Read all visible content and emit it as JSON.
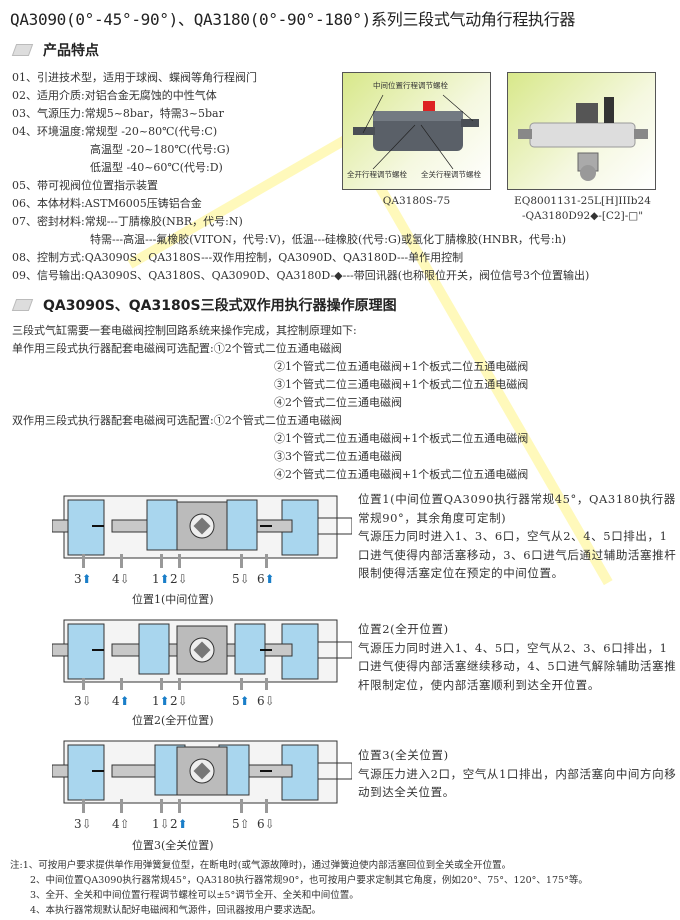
{
  "title": "QA3090(0°-45°-90°)、QA3180(0°-90°-180°)系列三段式气动角行程执行器",
  "section1": {
    "heading": "产品特点",
    "items": [
      "01、引进技术型，适用于球阀、蝶阀等角行程阀门",
      "02、适用介质:对铝合金无腐蚀的中性气体",
      "03、气源压力:常规5~8bar，特需3~5bar",
      "04、环境温度:常规型  -20~80℃(代号:C)",
      "高温型  -20~180℃(代号:G)",
      "低温型  -40~60℃(代号:D)",
      "05、带可视阀位位置指示装置",
      "06、本体材料:ASTM6005压铸铝合金",
      "07、密封材料:常规---丁腈橡胶(NBR，代号:N)",
      "特需---高温---氟橡胶(VITON，代号:V)，低温---硅橡胶(代号:G)或氢化丁腈橡胶(HNBR，代号:h)",
      "08、控制方式:QA3090S、QA3180S---双作用控制，QA3090D、QA3180D---单作用控制",
      "09、信号输出:QA3090S、QA3180S、QA3090D、QA3180D-◆---带回讯器(也称限位开关，阀位信号3个位置输出)"
    ]
  },
  "photo1": {
    "labels": [
      "中间位置行程调节螺栓",
      "全开行程调节螺栓",
      "全关行程调节螺栓"
    ],
    "caption": "QA3180S-75"
  },
  "photo2": {
    "caption1": "EQ8001131-25L[H]IIIb24",
    "caption2": "-QA3180D92◆-[C2]-□\""
  },
  "section2": {
    "heading": "QA3090S、QA3180S三段式双作用执行器操作原理图",
    "lines": [
      "三段式气缸需要一套电磁阀控制回路系统来操作完成，其控制原理如下:",
      "单作用三段式执行器配套电磁阀可选配置:①2个管式二位五通电磁阀",
      "②1个管式二位五通电磁阀+1个板式二位五通电磁阀",
      "③1个管式二位三通电磁阀+1个板式二位五通电磁阀",
      "④2个管式二位三通电磁阀",
      "双作用三段式执行器配套电磁阀可选配置:①2个管式二位五通电磁阀",
      "②1个管式二位五通电磁阀+1个板式二位五通电磁阀",
      "③3个管式二位五通电磁阀",
      "④2个管式二位五通电磁阀+1个板式二位五通电磁阀"
    ]
  },
  "diagrams": [
    {
      "caption": "位置1(中间位置)",
      "ports": [
        {
          "n": "3",
          "dir": "up"
        },
        {
          "n": "4",
          "dir": "down"
        },
        {
          "n": "1",
          "dir": "up"
        },
        {
          "n": "2",
          "dir": "down"
        },
        {
          "n": "5",
          "dir": "down"
        },
        {
          "n": "6",
          "dir": "up"
        }
      ],
      "text": [
        "位置1(中间位置QA3090执行器常规45°，QA3180执行器常规90°，其余角度可定制)",
        "气源压力同时进入1、3、6口，空气从2、4、5口排出，1口进气使得内部活塞移动，3、6口进气后通过辅助活塞推杆限制使得活塞定位在预定的中间位置。"
      ]
    },
    {
      "caption": "位置2(全开位置)",
      "ports": [
        {
          "n": "3",
          "dir": "down"
        },
        {
          "n": "4",
          "dir": "up"
        },
        {
          "n": "1",
          "dir": "up"
        },
        {
          "n": "2",
          "dir": "down"
        },
        {
          "n": "5",
          "dir": "up"
        },
        {
          "n": "6",
          "dir": "down"
        }
      ],
      "text": [
        "位置2(全开位置)",
        "气源压力同时进入1、4、5口，空气从2、3、6口排出，1口进气使得内部活塞继续移动，4、5口进气解除辅助活塞推杆限制定位，使内部活塞顺利到达全开位置。"
      ]
    },
    {
      "caption": "位置3(全关位置)",
      "ports": [
        {
          "n": "3",
          "dir": "down"
        },
        {
          "n": "4",
          "dir": "hollow-up"
        },
        {
          "n": "1",
          "dir": "down"
        },
        {
          "n": "2",
          "dir": "up"
        },
        {
          "n": "5",
          "dir": "hollow-up"
        },
        {
          "n": "6",
          "dir": "down"
        }
      ],
      "text": [
        "位置3(全关位置)",
        "气源压力进入2口，空气从1口排出，内部活塞向中间方向移动到达全关位置。"
      ]
    }
  ],
  "notes": [
    "注:1、可按用户要求提供单作用弹簧复位型，在断电时(或气源故障时)，通过弹簧迫使内部活塞回位到全关或全开位置。",
    "2、中间位置QA3090执行器常规45°，QA3180执行器常规90°，也可按用户要求定制其它角度，例如20°、75°、120°、175°等。",
    "3、全开、全关和中间位置行程调节螺栓可以±5°调节全开、全关和中间位置。",
    "4、本执行器常规默认配好电磁阀和气源件，回讯器按用户要求选配。"
  ],
  "colors": {
    "cylinder": "#a9d6ee",
    "arrow": "#1a7ec8",
    "body": "#c8c8c8"
  }
}
